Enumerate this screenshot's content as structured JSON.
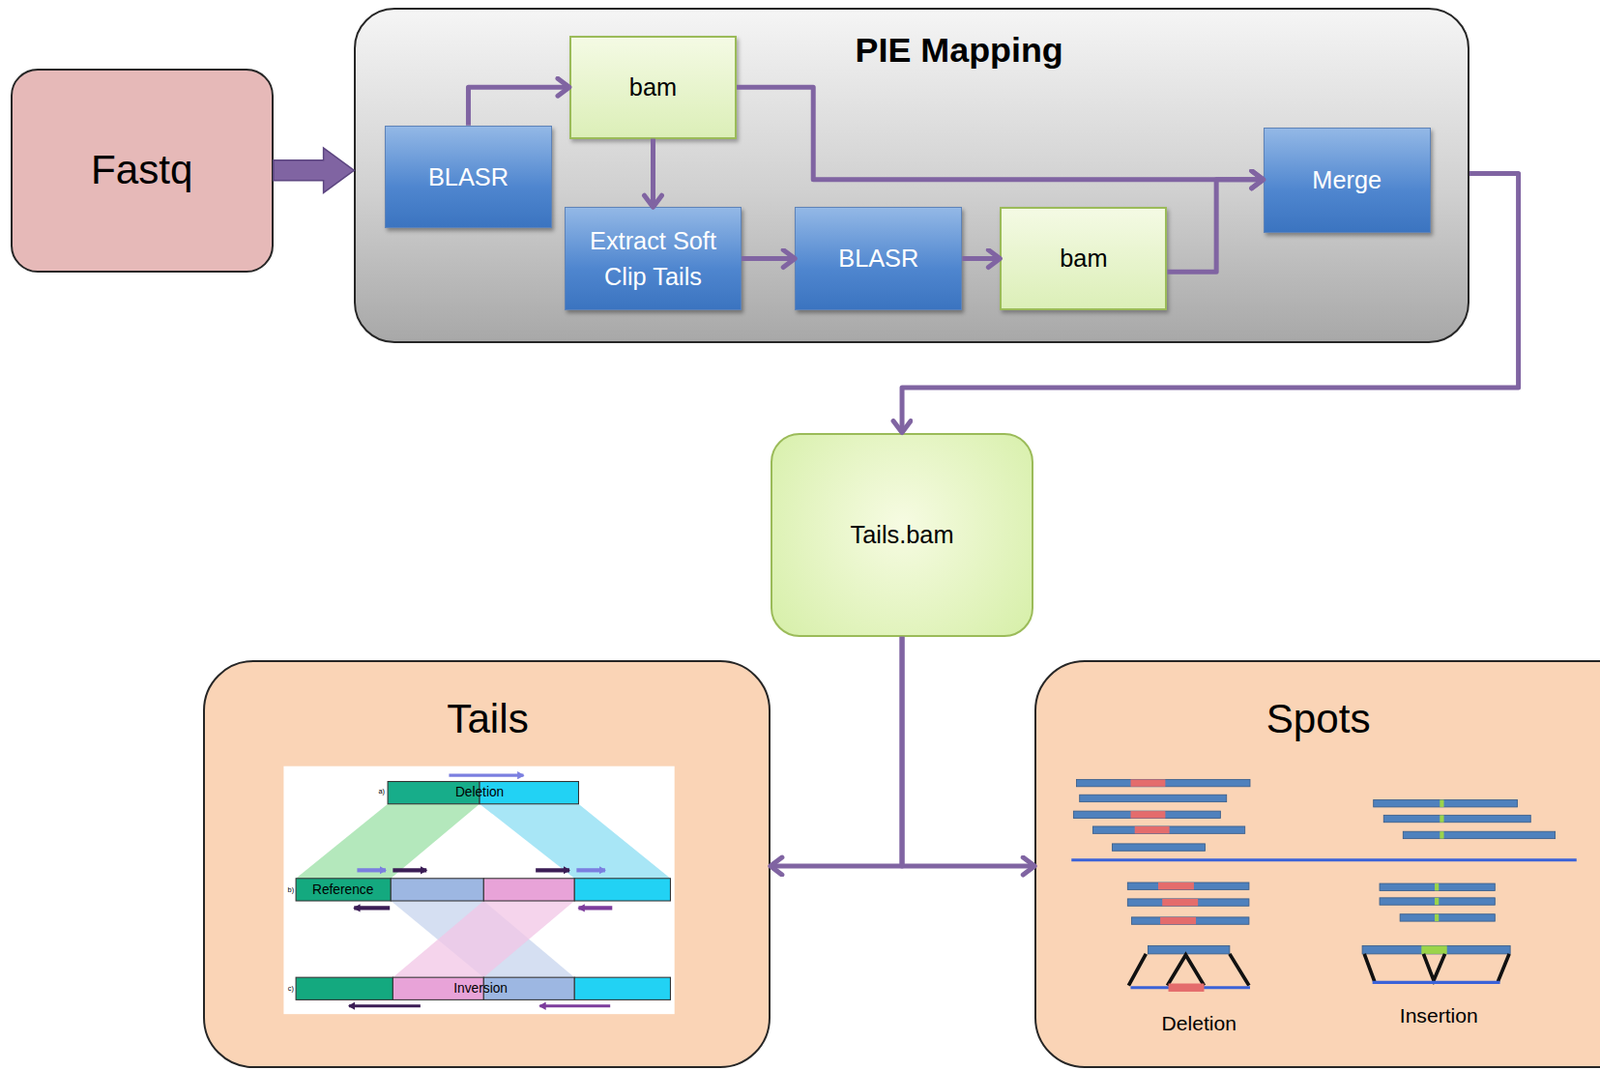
{
  "diagram": {
    "nodes": [
      {
        "text": [
          "Fastq"
        ]
      },
      {
        "text": [
          "PIE Mapping"
        ]
      },
      {
        "text": [
          "BLASR"
        ],
        "in": 1
      },
      {
        "text": [
          "bam"
        ],
        "in": 1
      },
      {
        "text": [
          "Extract Soft Clip Tails"
        ],
        "in": 1
      },
      {
        "text": [
          "BLASR"
        ],
        "in": 1
      },
      {
        "text": [
          "bam"
        ],
        "in": 1
      },
      {
        "text": [
          "Merge"
        ],
        "in": 1
      },
      {
        "text": [
          "Tails.bam"
        ]
      },
      {
        "text": [
          "Tails"
        ]
      },
      {
        "text": [
          "Spots"
        ]
      }
    ],
    "edges": [
      {
        "from": 0,
        "to": 1,
        "arrow": "to"
      },
      {
        "from": 2,
        "to": 3,
        "arrow": "to"
      },
      {
        "from": 3,
        "to": 4,
        "arrow": "to"
      },
      {
        "from": 4,
        "to": 5,
        "arrow": "to"
      },
      {
        "from": 5,
        "to": 6,
        "arrow": "to"
      },
      {
        "from": 3,
        "to": 7,
        "arrow": "to"
      },
      {
        "from": 6,
        "to": 7,
        "arrow": "to"
      },
      {
        "from": 1,
        "to": 8,
        "arrow": "to"
      },
      {
        "from": 8,
        "to": 9,
        "arrow": "to"
      },
      {
        "from": 8,
        "to": 10,
        "arrow": "to"
      }
    ],
    "labels": [
      "a)",
      "Deletion",
      "b)",
      "Reference",
      "c)",
      "Inversion",
      "Deletion",
      "Insertion"
    ]
  }
}
